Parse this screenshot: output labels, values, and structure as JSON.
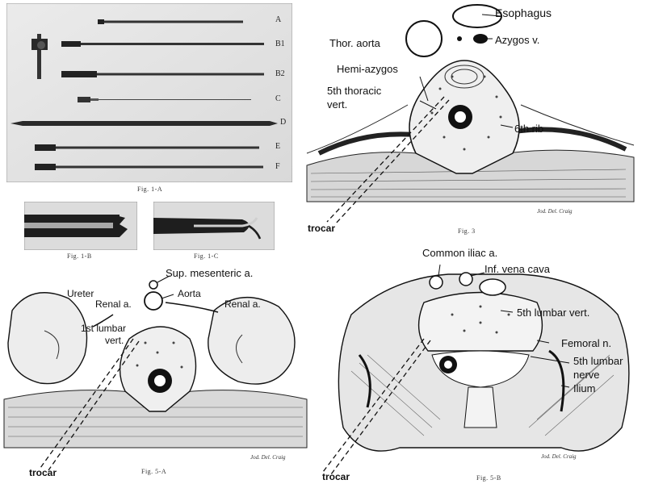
{
  "fig1a": {
    "caption": "Fig. 1-A",
    "instruments": [
      {
        "label": "A"
      },
      {
        "label": "B1"
      },
      {
        "label": "B2"
      },
      {
        "label": "C"
      },
      {
        "label": "D"
      },
      {
        "label": "E"
      },
      {
        "label": "F"
      }
    ]
  },
  "fig1b": {
    "caption": "Fig. 1-B"
  },
  "fig1c": {
    "caption": "Fig. 1-C"
  },
  "fig3": {
    "caption": "Fig. 3",
    "labels": {
      "esophagus": "Esophagus",
      "thor_aorta": "Thor. aorta",
      "azygos": "Azygos v.",
      "hemi_azygos": "Hemi-azygos",
      "thoracic_vert_1": "5th thoracic",
      "thoracic_vert_2": "vert.",
      "rib": "6th rib"
    },
    "trocar": "trocar",
    "signature": "Jod. Del. Craig"
  },
  "fig5a": {
    "caption": "Fig. 5-A",
    "labels": {
      "sup_mesenteric": "Sup. mesenteric a.",
      "ureter": "Ureter",
      "renal_left": "Renal a.",
      "aorta": "Aorta",
      "renal_right": "Renal a.",
      "lumbar_1": "1st lumbar",
      "lumbar_2": "vert."
    },
    "trocar": "trocar",
    "signature": "Jod. Del. Craig"
  },
  "fig5b": {
    "caption": "Fig. 5-B",
    "labels": {
      "common_iliac": "Common iliac a.",
      "inf_vena_cava": "Inf. vena cava",
      "lumbar_vert": "5th lumbar vert.",
      "femoral": "Femoral n.",
      "lumbar_nerve_1": "5th lumbar",
      "lumbar_nerve_2": "nerve",
      "ilium": "Ilium"
    },
    "trocar": "trocar",
    "signature": "Jod. Del. Craig"
  }
}
